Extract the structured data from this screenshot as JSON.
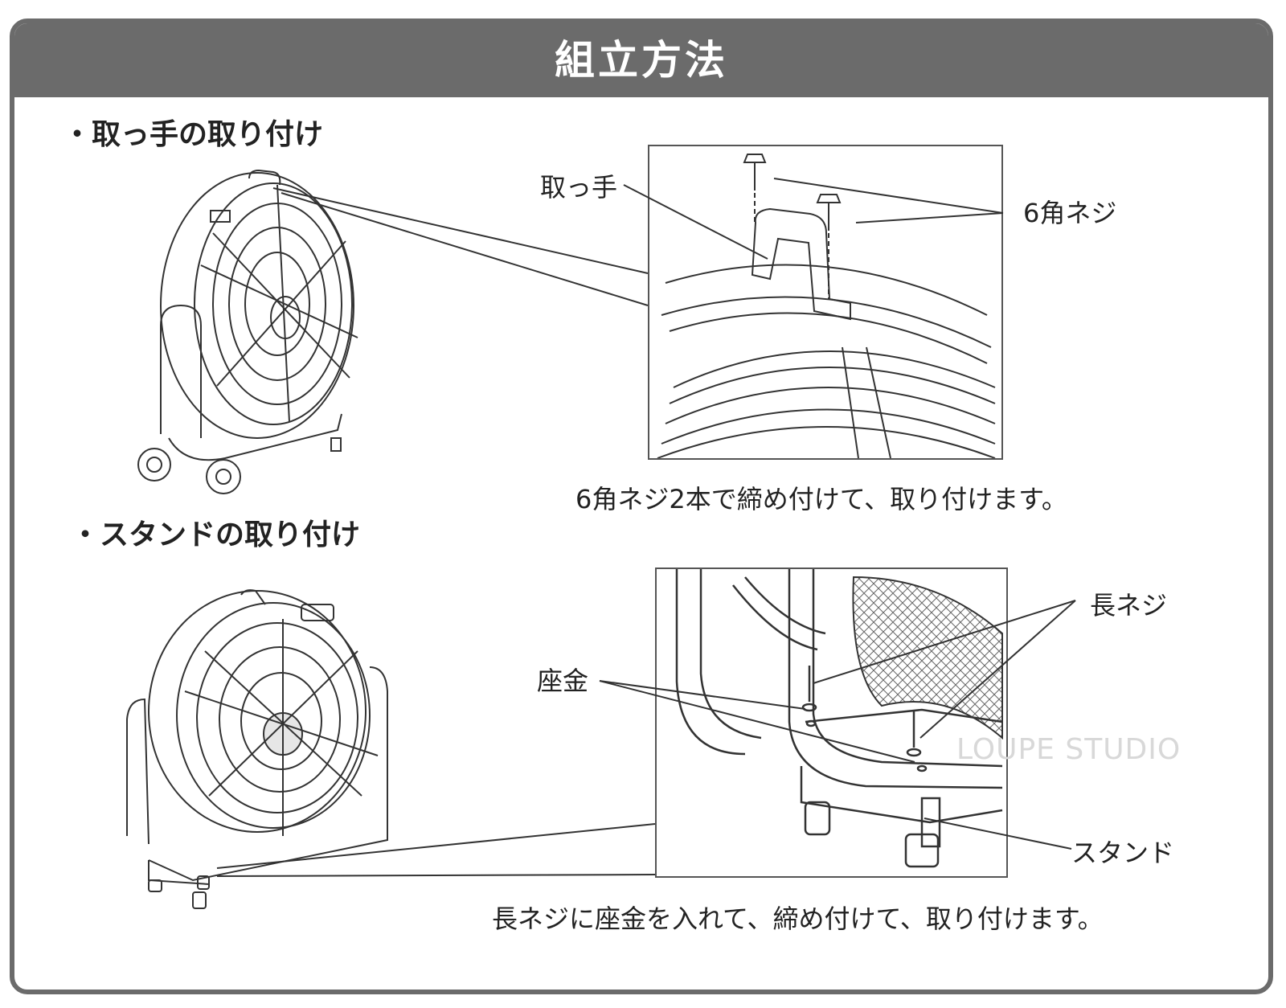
{
  "title": "組立方法",
  "section1": {
    "heading": "・取っ手の取り付け",
    "label_handle": "取っ手",
    "label_bolt": "6角ネジ",
    "caption": "6角ネジ2本で締め付けて、取り付けます。"
  },
  "section2": {
    "heading": "・スタンドの取り付け",
    "label_long_screw": "長ネジ",
    "label_washer": "座金",
    "label_stand": "スタンド",
    "caption": "長ネジに座金を入れて、締め付けて、取り付けます。"
  },
  "watermark": "LOUPE STUDIO",
  "colors": {
    "header_bg": "#6b6b6b",
    "border": "#6b6b6b",
    "line": "#333333"
  }
}
